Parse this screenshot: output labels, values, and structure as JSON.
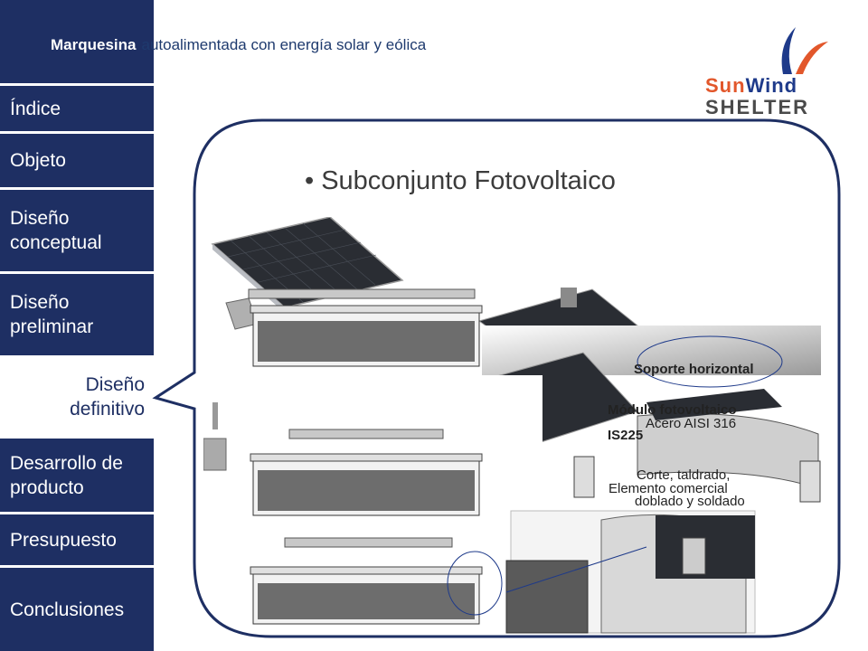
{
  "header": {
    "highlight": "Marquesina",
    "rest": "autoalimentada con energía solar y eólica"
  },
  "logo": {
    "sun": "Sun",
    "wind": "Wind",
    "shelter": "SHELTER"
  },
  "nav": {
    "items": [
      {
        "label": "Índice"
      },
      {
        "label": "Objeto"
      },
      {
        "label": "Diseño conceptual"
      },
      {
        "label": "Diseño preliminar"
      },
      {
        "label": "Diseño definitivo"
      },
      {
        "label": "Desarrollo de producto"
      },
      {
        "label": "Presupuesto"
      },
      {
        "label": "Conclusiones"
      }
    ]
  },
  "main": {
    "title": "• Subconjunto Fotovoltaico",
    "labels": {
      "soporte": "Soporte horizontal",
      "modulo": "Módulo fotovoltaico",
      "is225": "IS225",
      "acero": "Acero AISI 316",
      "corte": "Corte, taldrado,",
      "doblado": "doblado y soldado",
      "elemento": "Elemento comercial"
    }
  },
  "colors": {
    "navy": "#1e2f63",
    "accent_orange": "#e2572b",
    "accent_blue": "#1e3a8a"
  }
}
